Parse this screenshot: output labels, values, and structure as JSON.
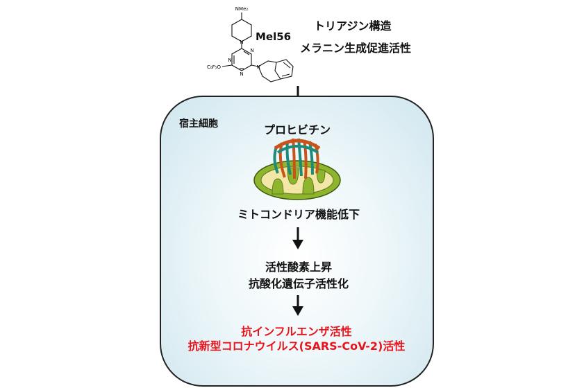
{
  "compound": {
    "name": "Mel56",
    "substituent_top": "NMe₂",
    "substituent_left": "C₆F₅O",
    "ring_atoms": [
      "N",
      "N",
      "N",
      "N",
      "N"
    ]
  },
  "compound_notes": {
    "line1": "トリアジン構造",
    "line2": "メラニン生成促進活性"
  },
  "host_cell": {
    "label": "宿主細胞",
    "fill_color": "#dbeef4",
    "border_color": "#222222"
  },
  "steps": {
    "protein": "プロヒビチン",
    "mitochondria": "ミトコンドリア機能低下",
    "ros_line1": "活性酸素上昇",
    "ros_line2": "抗酸化遺伝子活性化",
    "result_line1": "抗インフルエンザ活性",
    "result_line2": "抗新型コロナウイルス(SARS-CoV-2)活性"
  },
  "colors": {
    "result_text": "#e8141c",
    "arrow": "#111111",
    "mito_outer": "#8fb52f",
    "mito_inner": "#f3e7a8",
    "protein_orange": "#c8541c",
    "protein_teal": "#1e8a7a"
  }
}
